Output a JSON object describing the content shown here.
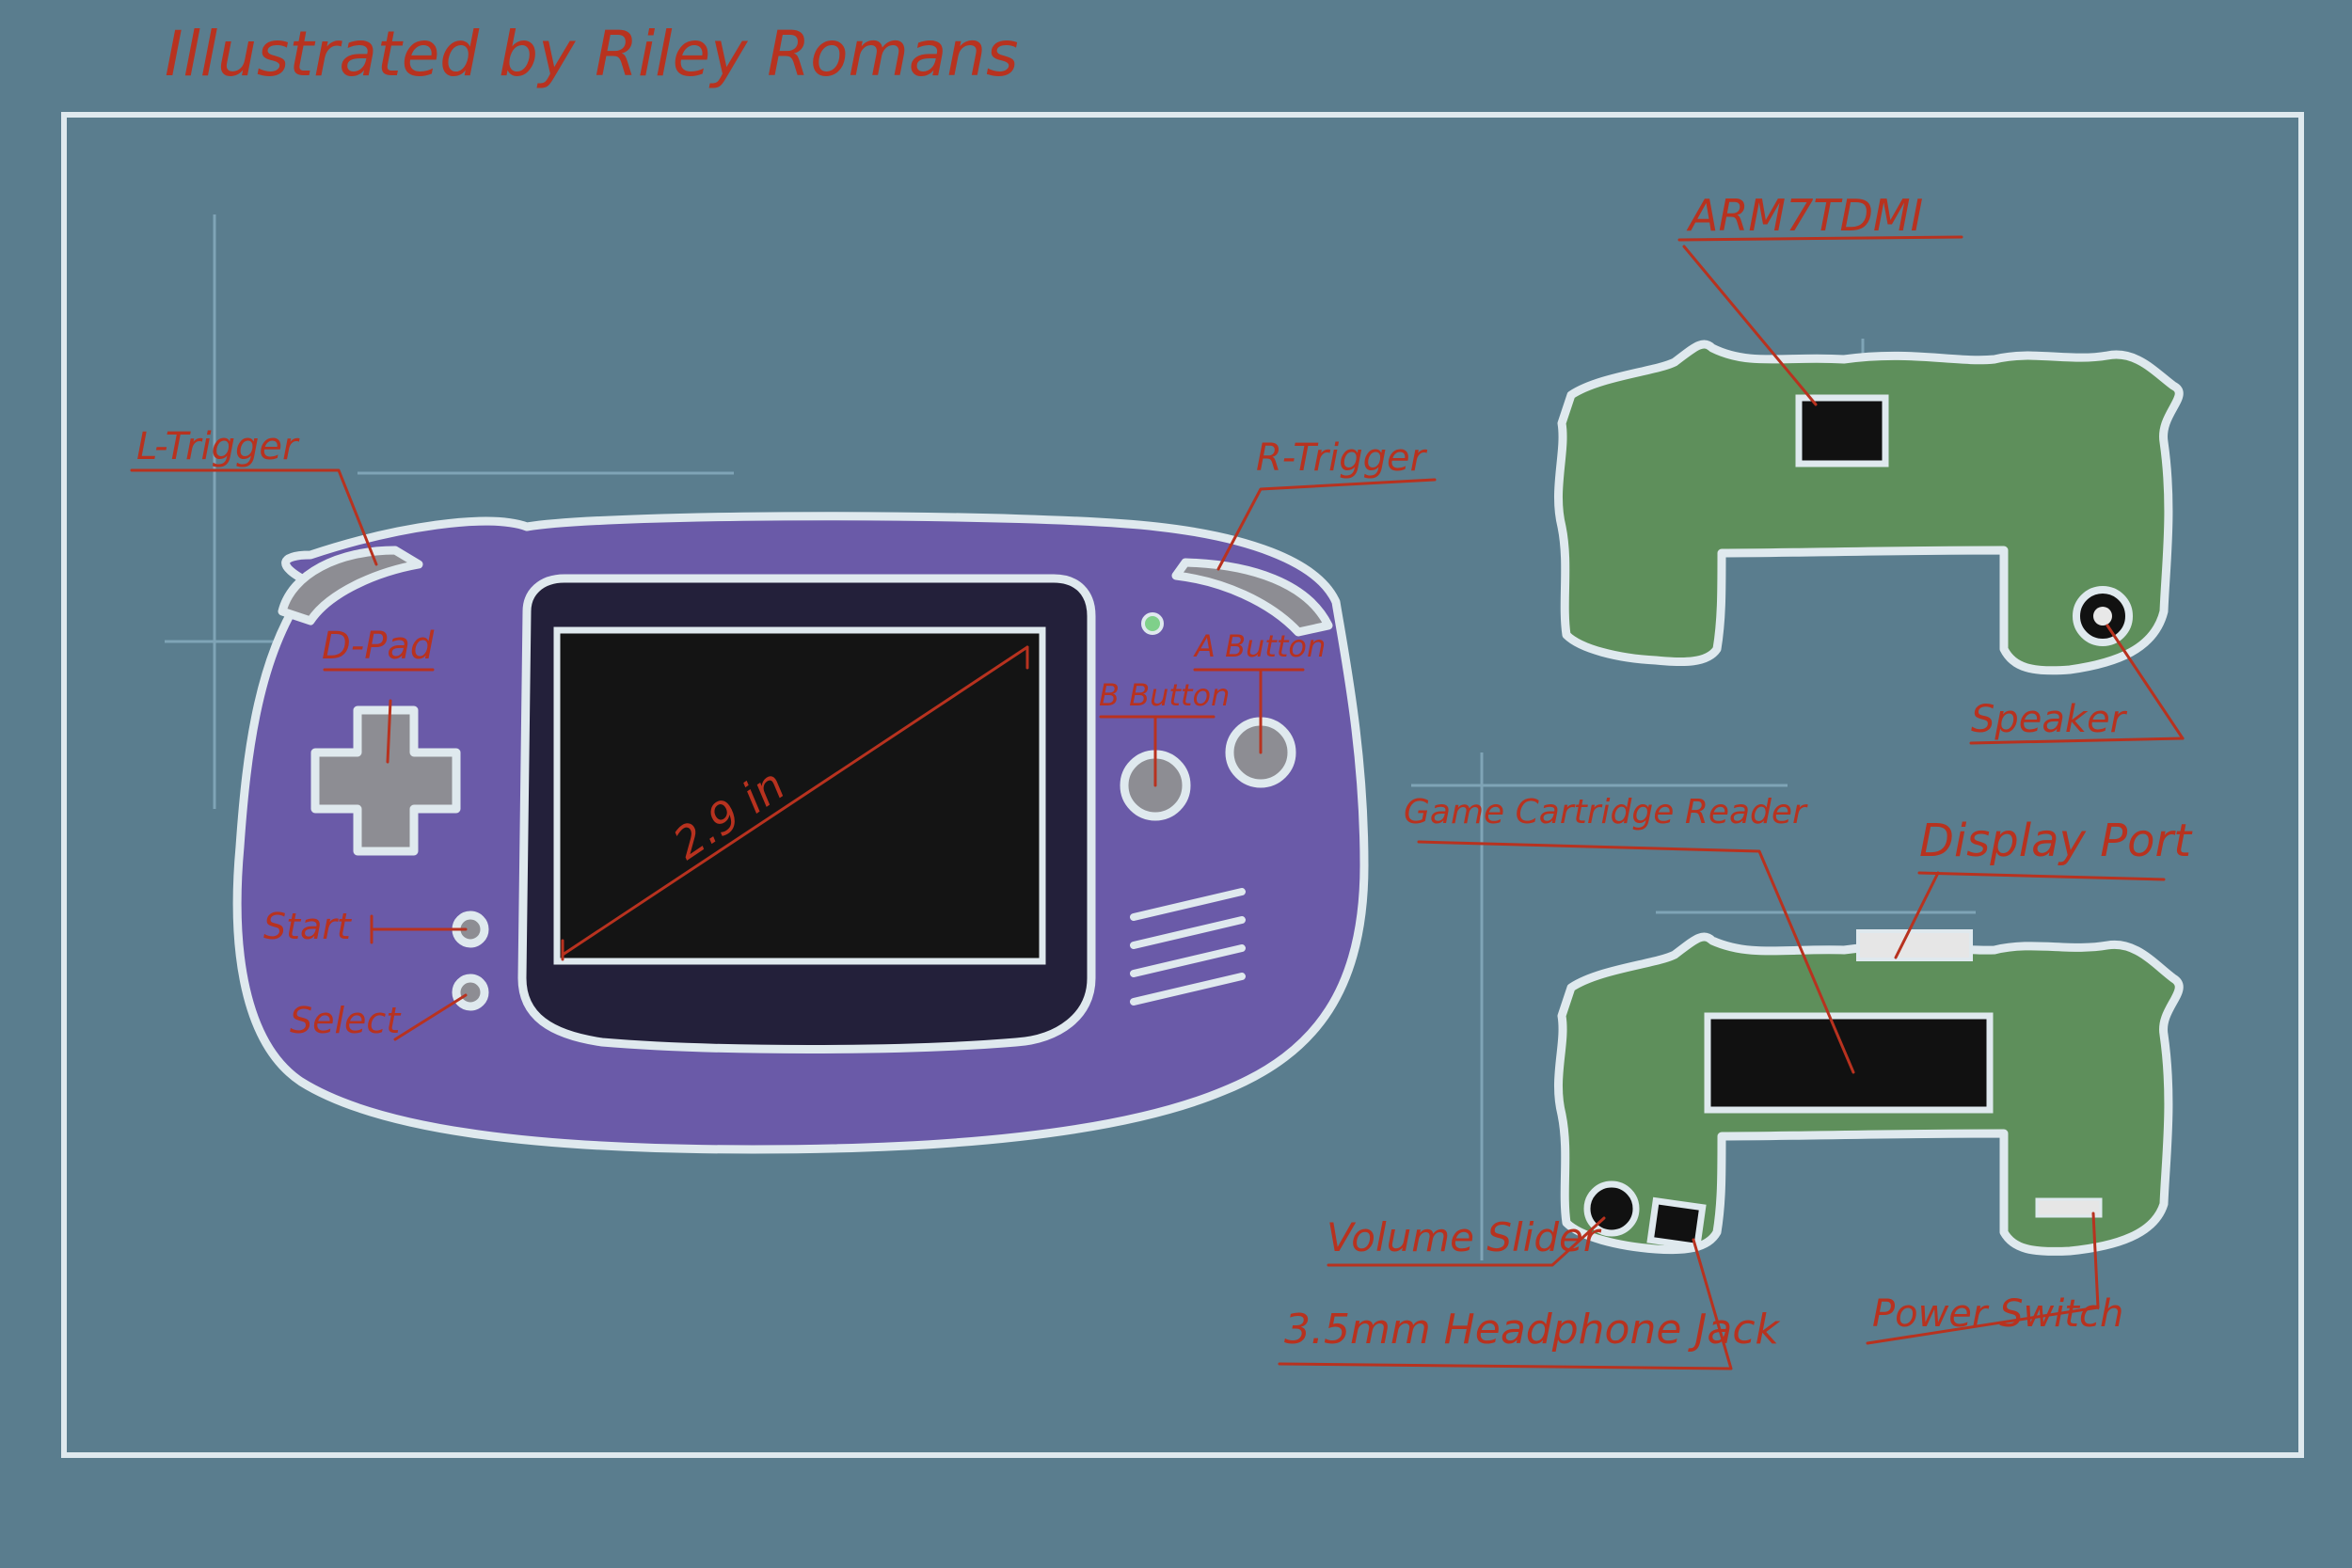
{
  "credit": "Illustrated by Riley Romans",
  "console": {
    "labels": {
      "l_trigger": "L-Trigger",
      "r_trigger": "R-Trigger",
      "d_pad": "D-Pad",
      "a_button": "A Button",
      "b_button": "B Button",
      "start": "Start",
      "select": "Select",
      "screen_size": "2.9 in"
    }
  },
  "board_top": {
    "labels": {
      "cpu": "ARM7TDMI",
      "speaker": "Speaker"
    }
  },
  "board_bottom": {
    "labels": {
      "cartridge_reader": "Game Cartridge Reader",
      "display_port": "Display Port",
      "volume_slider": "Volume Slider",
      "headphone_jack": "3.5mm Headphone Jack",
      "power_switch": "Power Switch"
    }
  },
  "colors": {
    "background": "#5a7d8e",
    "console_body": "#6a5aa8",
    "circuit_board": "#5e8f5b",
    "annotation": "#b8321f",
    "outline": "#dfe9ee",
    "screen": "#141414",
    "bezel": "#23203a",
    "button_gray": "#8d8d93"
  }
}
